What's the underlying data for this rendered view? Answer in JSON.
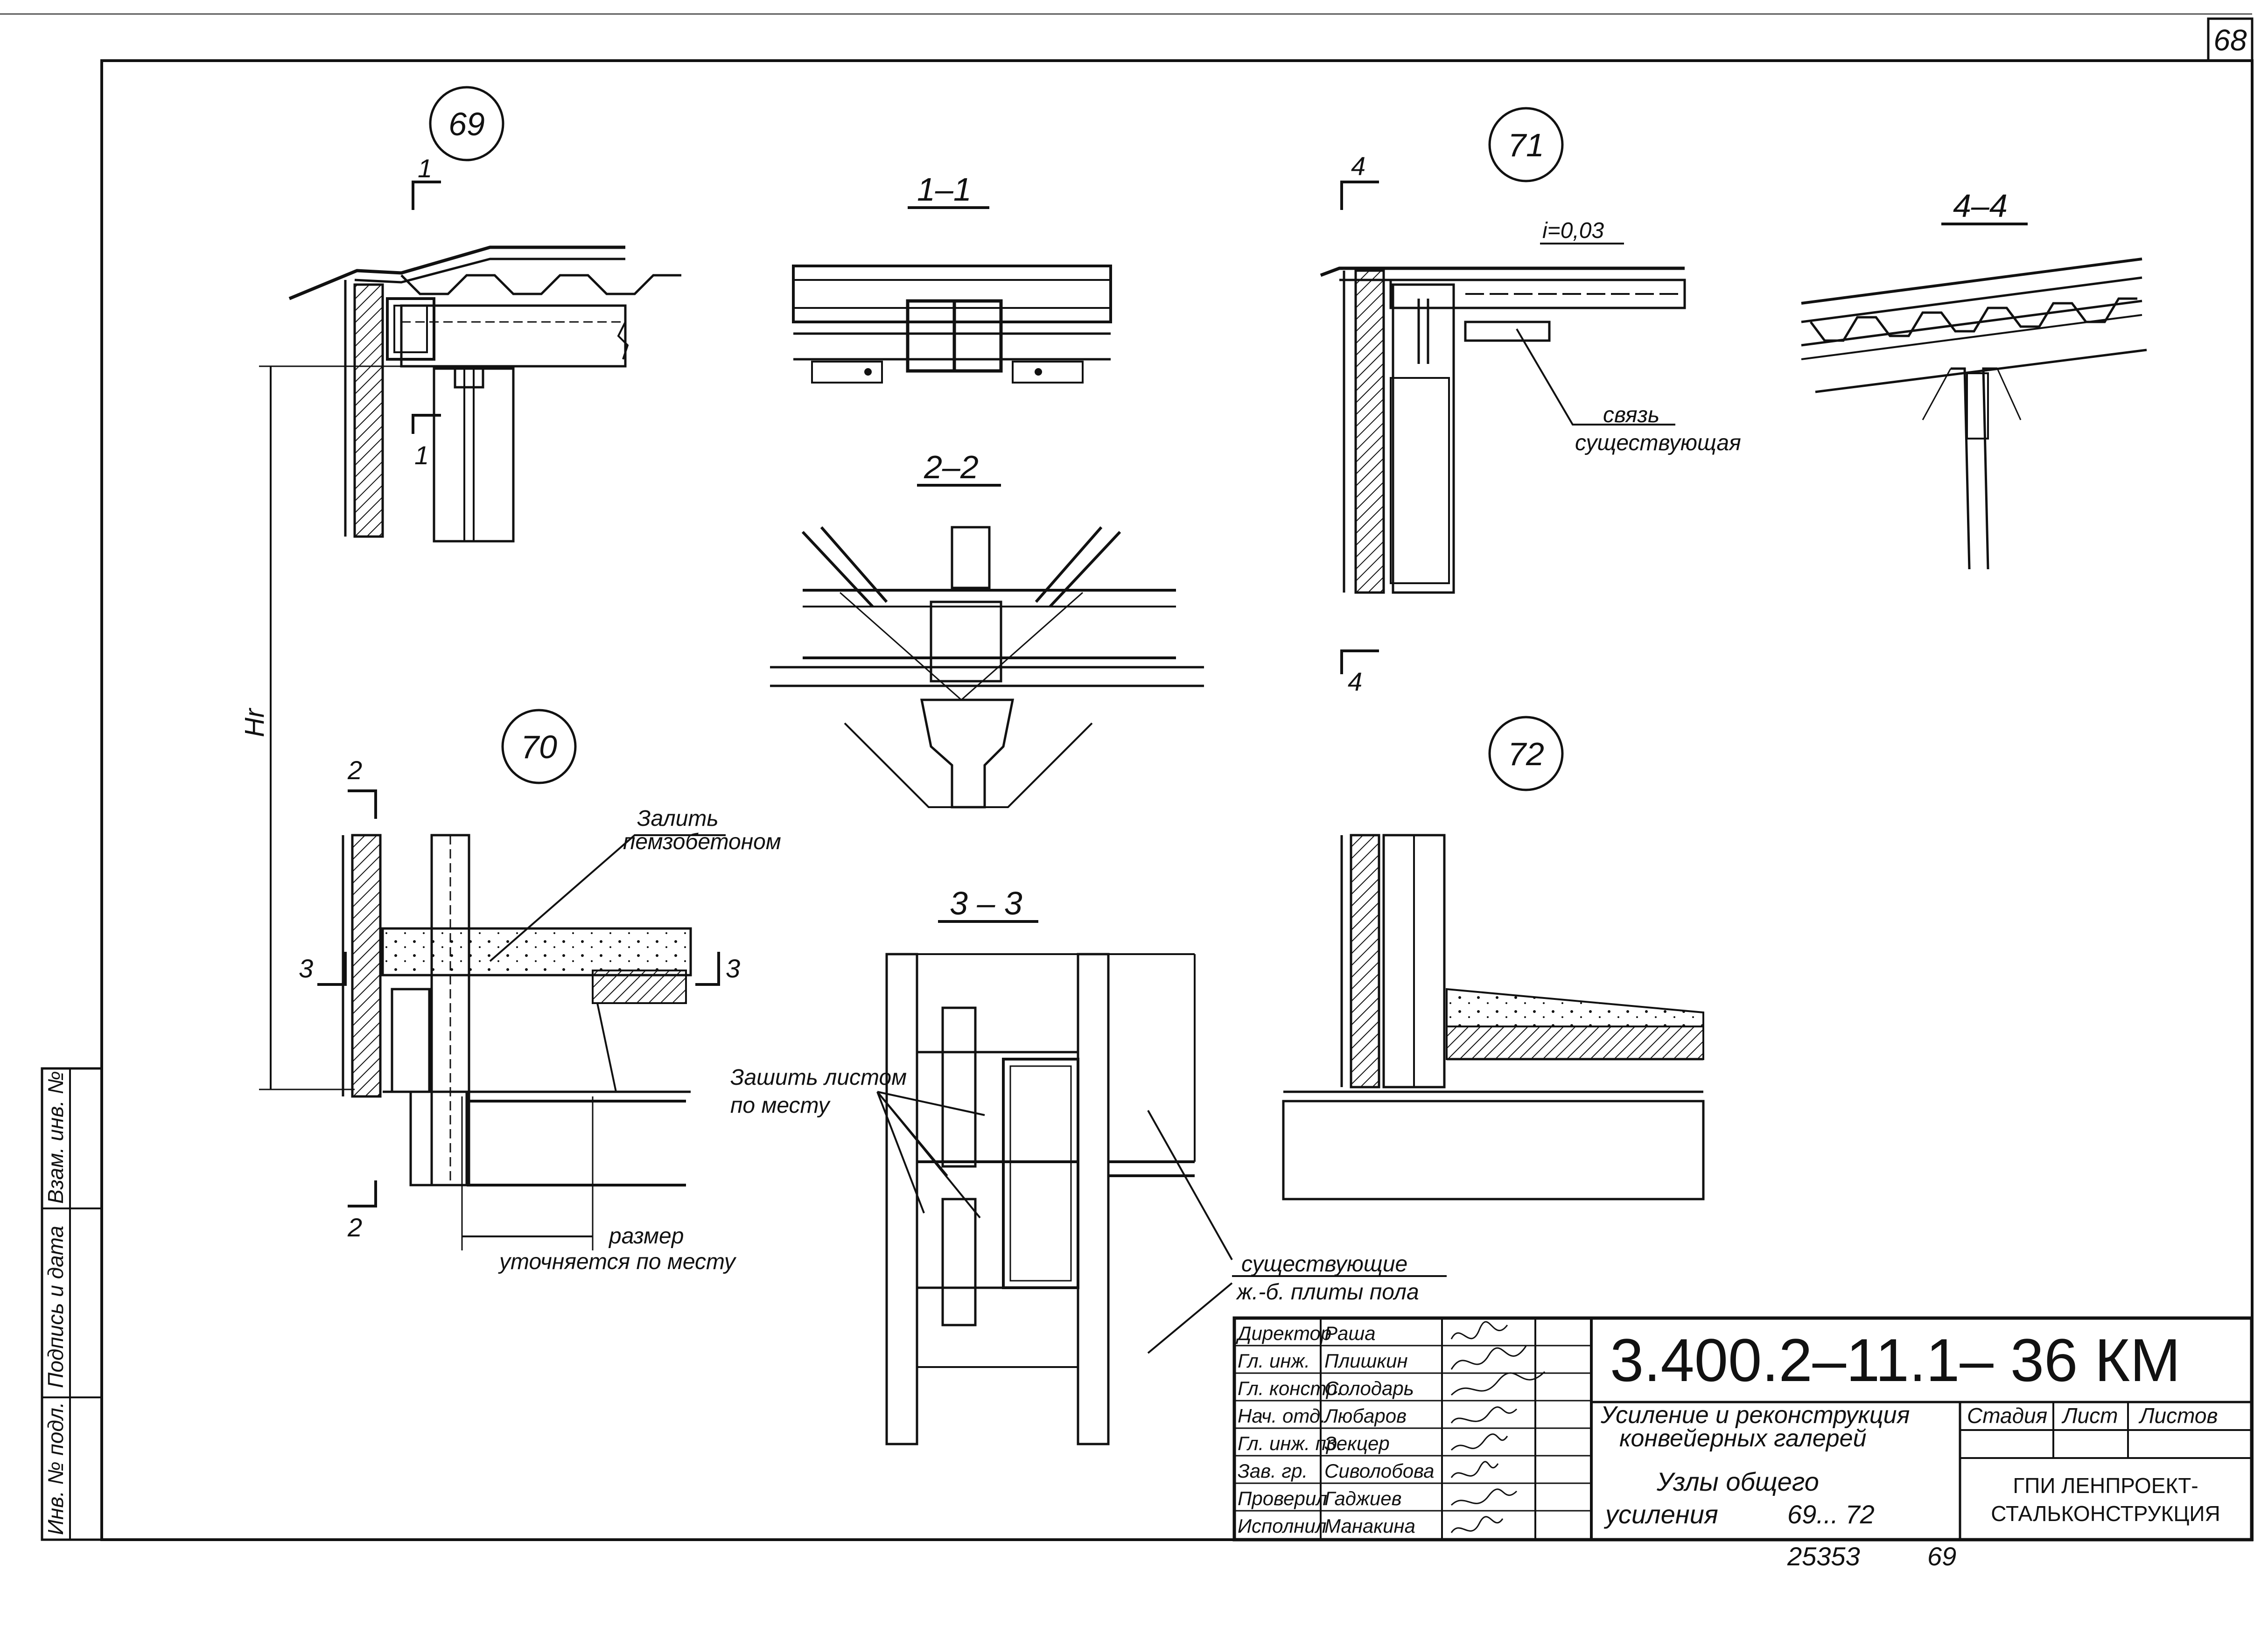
{
  "sheet": {
    "page_number": "68",
    "stamp_bottom": "25353",
    "stamp_bottom_page": "69"
  },
  "left_margin": {
    "inv_podl": "Инв. № подл.",
    "podpis_data": "Подпись и дата",
    "vzam_inv": "Взам. инв. №"
  },
  "nodes": {
    "n69": "69",
    "n70": "70",
    "n71": "71",
    "n72": "72"
  },
  "sections": {
    "s11": "1–1",
    "s22": "2–2",
    "s33": "3 – 3",
    "s44": "4–4"
  },
  "cut_marks": {
    "c1": "1",
    "c2": "2",
    "c3": "3",
    "c4": "4"
  },
  "notes": {
    "slope": "i=0,03",
    "svyaz_1": "связь",
    "svyaz_2": "существующая",
    "zalit_1": "Залить",
    "zalit_2": "пемзобетоном",
    "zashit_1": "Зашить листом",
    "zashit_2": "по месту",
    "razmer_1": "размер",
    "razmer_2": "уточняется по месту",
    "plity_1": "существующие",
    "plity_2": "ж.-б. плиты пола",
    "height": "Hr"
  },
  "title_block": {
    "code": "3.400.2–11.1– 36 КМ",
    "project_1": "Усиление и реконструкция",
    "project_2": "конвейерных галерей",
    "sheet_title_1": "Узлы общего",
    "sheet_title_2": "усиления",
    "sheet_title_range": "69... 72",
    "stadia": "Стадия",
    "list": "Лист",
    "listov": "Листов",
    "org_1": "ГПИ ЛЕНПРОЕКТ-",
    "org_2": "СТАЛЬКОНСТРУКЦИЯ",
    "signatures": [
      {
        "role": "Директор",
        "name": "Раша"
      },
      {
        "role": "Гл. инж.",
        "name": "Плишкин"
      },
      {
        "role": "Гл. констр.",
        "name": "Солодарь"
      },
      {
        "role": "Нач. отд.",
        "name": "Любаров"
      },
      {
        "role": "Гл. инж. пр.",
        "name": "Зекцер"
      },
      {
        "role": "Зав. гр.",
        "name": "Сиволобова"
      },
      {
        "role": "Проверил",
        "name": "Гаджиев"
      },
      {
        "role": "Исполнил",
        "name": "Манакина"
      }
    ]
  }
}
